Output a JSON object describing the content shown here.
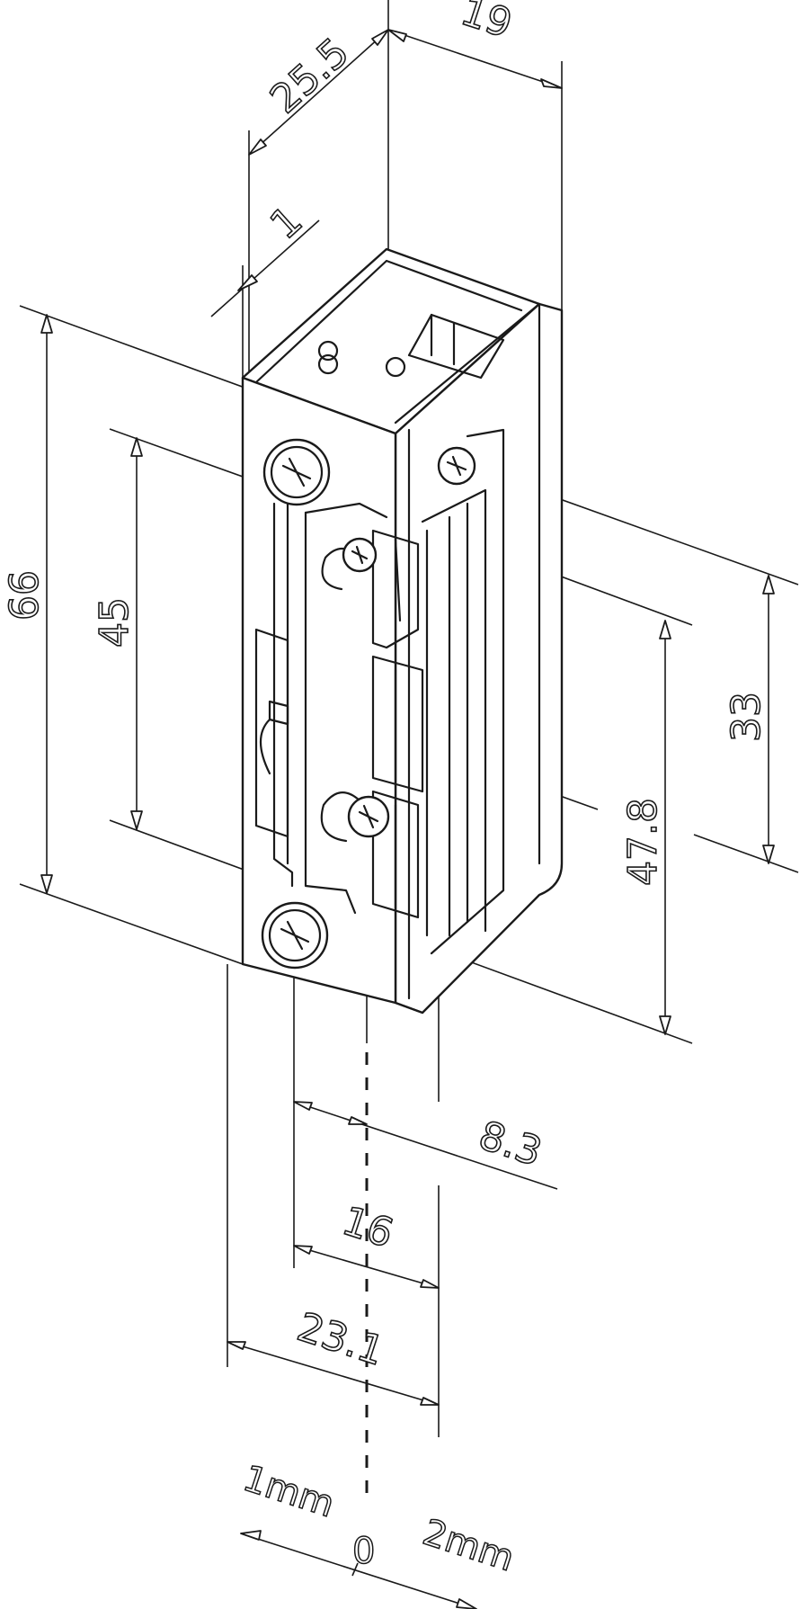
{
  "dimensions": {
    "width_top": "25.5",
    "depth_top": "19",
    "plate_thickness": "1",
    "overall_height": "66",
    "screw_spacing": "45",
    "latch_height": "33",
    "latch_length": "47.8",
    "offset_bottom": "8.3",
    "width_16": "16",
    "width_23": "23.1"
  },
  "adjustment_scale": {
    "left": "1mm",
    "center": "0",
    "right": "2mm"
  }
}
